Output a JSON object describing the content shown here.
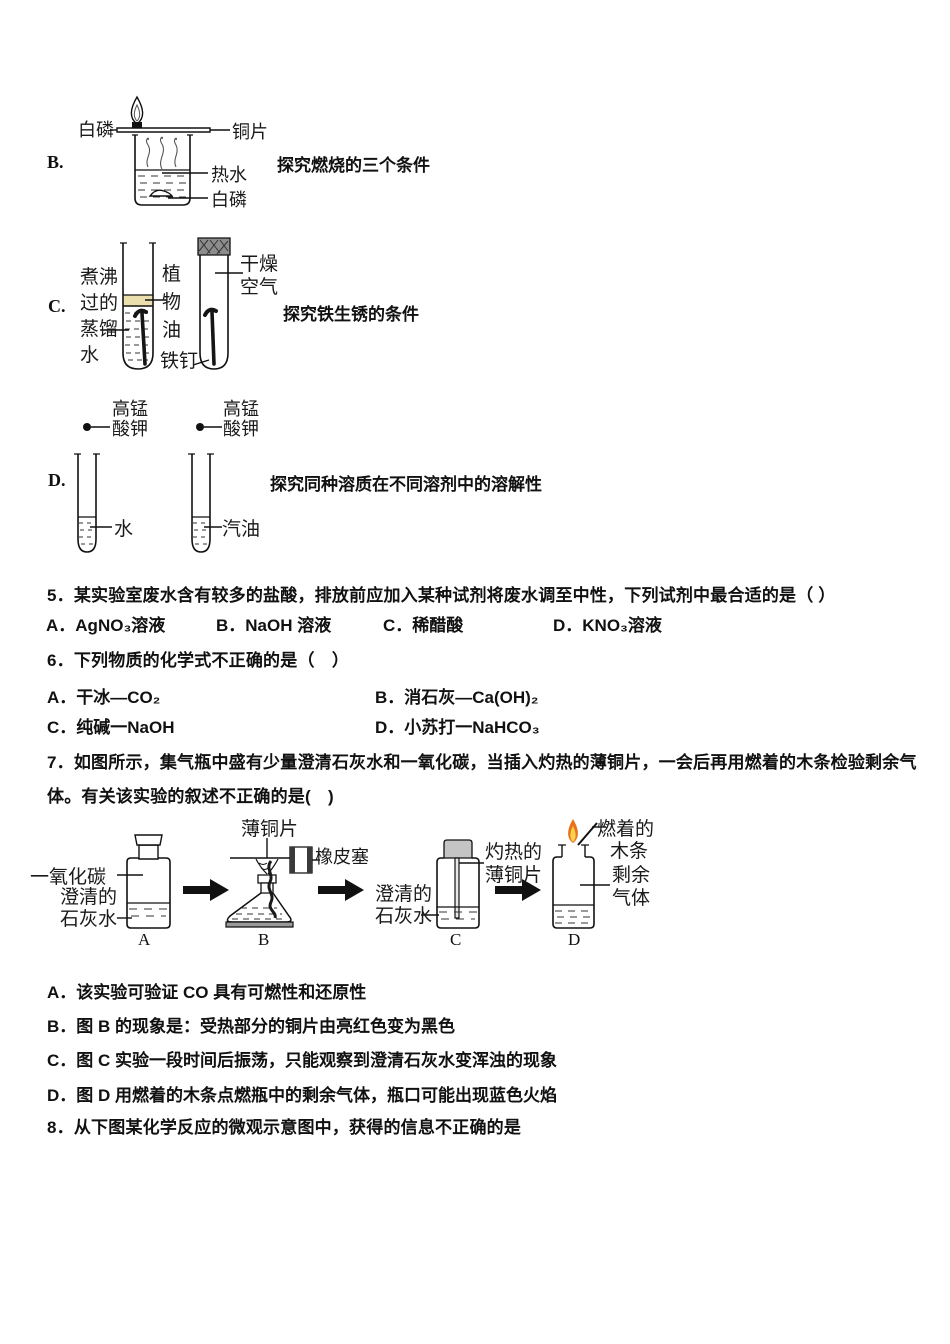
{
  "colors": {
    "oil_band": "#ecdfae",
    "flame_outer": "#e8731c",
    "flame_inner": "#fbd24e",
    "stopper_gray": "#c4c4c4",
    "ink": "#111111"
  },
  "option_b": {
    "letter": "B.",
    "caption": "探究燃烧的三个条件",
    "labels": {
      "white_phosphorus_top": "白磷",
      "copper_piece": "铜片",
      "hot_water": "热水",
      "white_phosphorus_bottom": "白磷"
    }
  },
  "option_c": {
    "letter": "C.",
    "caption": "探究铁生锈的条件",
    "labels": {
      "boiled_distilled_water": "煮沸\n过的\n蒸馏\n水",
      "vegetable_oil": "植\n物\n油",
      "dry_air": "干燥\n空气",
      "iron_nail": "铁钉"
    }
  },
  "option_d": {
    "letter": "D.",
    "caption": "探究同种溶质在不同溶剂中的溶解性",
    "labels": {
      "potassium_permanganate": "高锰\n酸钾",
      "water": "水",
      "gasoline": "汽油"
    }
  },
  "q5": {
    "text": "5．某实验室废水含有较多的盐酸，排放前应加入某种试剂将废水调至中性，下列试剂中最合适的是（ ）",
    "options": [
      "A．AgNO₃溶液",
      "B．NaOH 溶液",
      "C．稀醋酸",
      "D．KNO₃溶液"
    ]
  },
  "q6": {
    "text": "6．下列物质的化学式不正确的是（　）",
    "options": [
      "A．干冰—CO₂",
      "B．消石灰—Ca(OH)₂",
      "C．纯碱一NaOH",
      "D．小苏打一NaHCO₃"
    ]
  },
  "q7": {
    "line1": "7．如图所示，集气瓶中盛有少量澄清石灰水和一氧化碳，当插入灼热的薄铜片，一会后再用燃着的木条检验剩余气",
    "line2": "体。有关该实验的叙述不正确的是(　)",
    "diagram": {
      "bottle_a": {
        "letter": "A",
        "gas_label": "一氧化碳",
        "liquid_label_1": "澄清的",
        "liquid_label_2": "石灰水"
      },
      "bottle_b": {
        "letter": "B",
        "copper_label": "薄铜片",
        "stopper_label": "橡皮塞"
      },
      "bottle_c": {
        "letter": "C",
        "liquid_label": "澄清的\n石灰水",
        "copper_label": "灼热的\n薄铜片"
      },
      "bottle_d": {
        "letter": "D",
        "stick_label_1": "燃着的",
        "stick_label_2": "木条",
        "gas_label": "剩余\n气体"
      }
    },
    "options": [
      "A．该实验可验证 CO 具有可燃性和还原性",
      "B．图 B 的现象是：受热部分的铜片由亮红色变为黑色",
      "C．图 C 实验一段时间后振荡，只能观察到澄清石灰水变浑浊的现象",
      "D．图 D 用燃着的木条点燃瓶中的剩余气体，瓶口可能出现蓝色火焰"
    ]
  },
  "q8": {
    "text": "8．从下图某化学反应的微观示意图中，获得的信息不正确的是"
  }
}
